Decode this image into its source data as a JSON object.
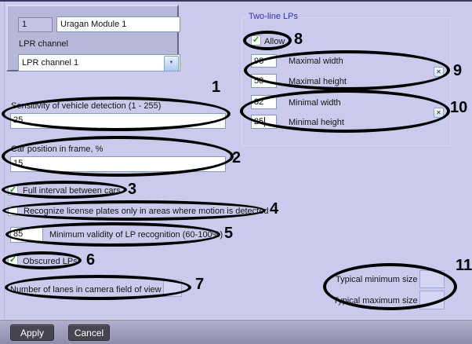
{
  "header": {
    "module_id": "1",
    "module_name": "Uragan Module 1",
    "lpr_channel_label": "LPR channel",
    "lpr_channel_value": "LPR channel 1"
  },
  "two_line": {
    "title": "Two-line LPs",
    "allow": {
      "label": "Allow",
      "checked": true
    },
    "maximal_width": {
      "label": "Maximal width",
      "value": "98"
    },
    "maximal_height": {
      "label": "Maximal height",
      "value": "58"
    },
    "minimal_width": {
      "label": "Minimal width",
      "value": "32"
    },
    "minimal_height": {
      "label": "Minimal height",
      "value": "25"
    }
  },
  "left": {
    "sensitivity": {
      "label": "Sensitivity of vehicle detection (1 - 255)",
      "value": "25"
    },
    "car_position": {
      "label": "Car position in frame, %",
      "value": "15"
    },
    "full_interval": {
      "label": "Full interval between cars",
      "checked": true
    },
    "recognize_motion": {
      "label": "Recognize license plates only in areas where motion is detected",
      "checked": false
    },
    "min_validity": {
      "label": "Minimum validity of LP recognition (60-100%)",
      "value": "85"
    },
    "obscured": {
      "label": "Obscured LPs",
      "checked": true
    },
    "lanes": {
      "label": "Number of lanes in camera field of view",
      "value": ""
    }
  },
  "typical": {
    "min_label": "Typical minimum size",
    "min_value": "",
    "max_label": "Typical maximum size",
    "max_value": ""
  },
  "annotations": [
    {
      "label": "1"
    },
    {
      "label": "2"
    },
    {
      "label": "3"
    },
    {
      "label": "4"
    },
    {
      "label": "5"
    },
    {
      "label": "6"
    },
    {
      "label": "7"
    },
    {
      "label": "8"
    },
    {
      "label": "9"
    },
    {
      "label": "10"
    },
    {
      "label": "11"
    }
  ],
  "footer": {
    "apply": "Apply",
    "cancel": "Cancel"
  },
  "icons": {
    "check": "✓",
    "close": "✕",
    "dropdown_arrow": "▼"
  },
  "colors": {
    "annotation": "#000000",
    "check_green": "#1c9e1c",
    "group_title": "#3434b4",
    "background": "#cbcaec"
  }
}
